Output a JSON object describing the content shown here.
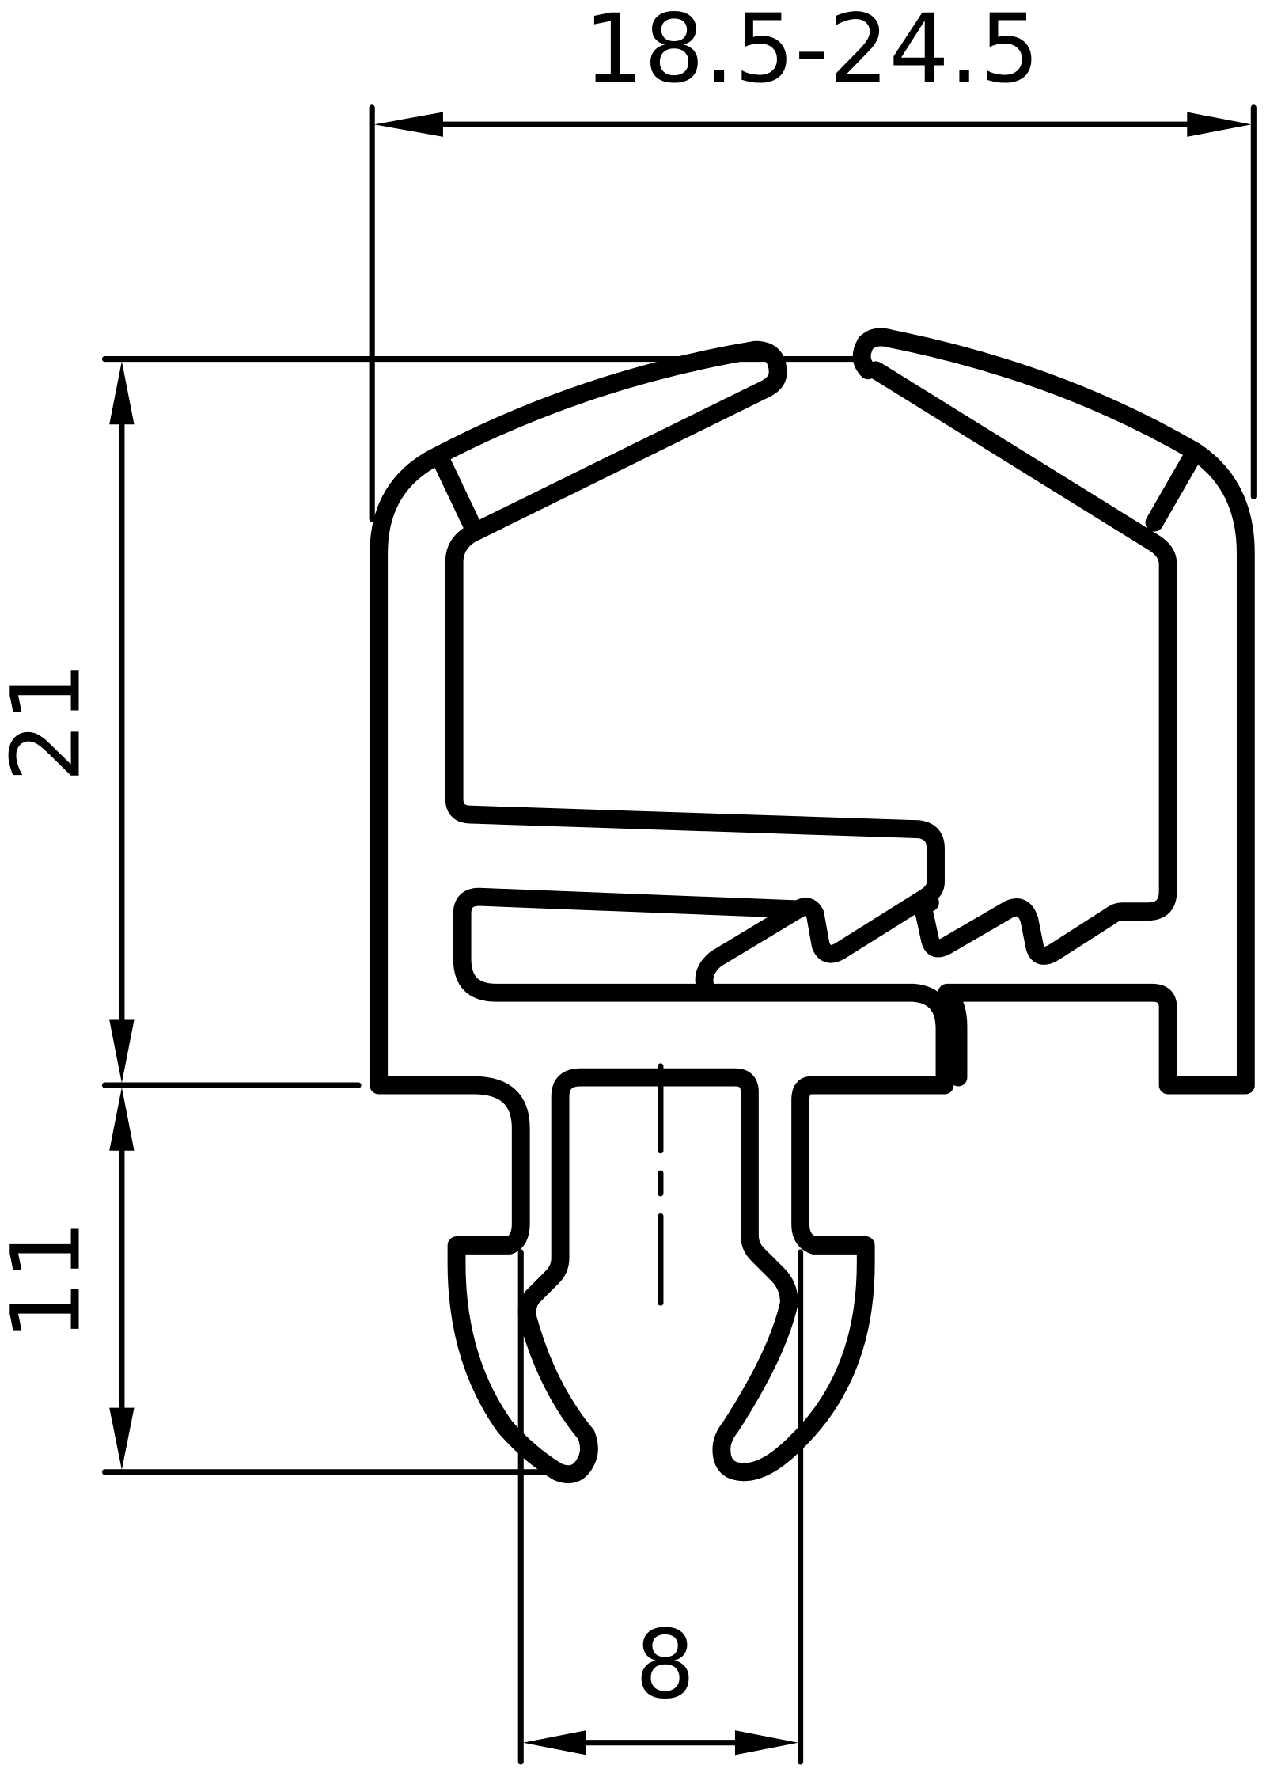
{
  "drawing": {
    "type": "profile cross-section dimension drawing",
    "line_color": "#000000",
    "background": "#ffffff"
  },
  "dimensions": {
    "width_range": {
      "label": "18.5-24.5",
      "orientation": "horizontal",
      "position": "top"
    },
    "upper_height": {
      "label": "21",
      "orientation": "vertical",
      "position": "left-upper"
    },
    "lower_height": {
      "label": "11",
      "orientation": "vertical",
      "position": "left-lower"
    },
    "clip_width": {
      "label": "8",
      "orientation": "horizontal",
      "position": "bottom"
    }
  }
}
